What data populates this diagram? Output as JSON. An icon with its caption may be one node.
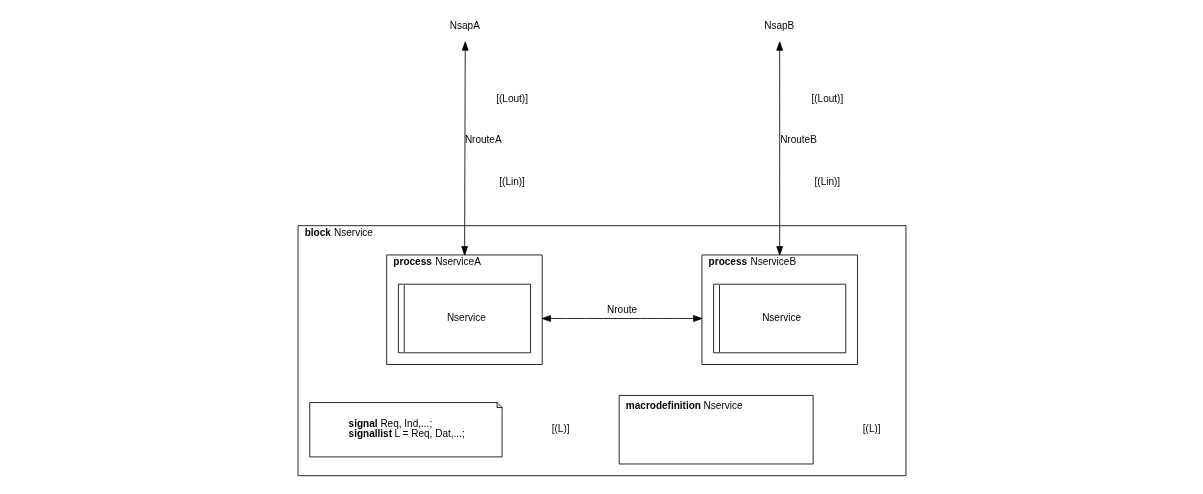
{
  "diagram": {
    "nodes": [
      {
        "text": [
          "NsapA"
        ]
      },
      {
        "text": [
          "NsapB"
        ]
      },
      {
        "text": [
          "**block** Nservice"
        ]
      },
      {
        "text": [
          "**process** NserviceA"
        ],
        "in": 2
      },
      {
        "text": [
          "Nservice"
        ],
        "in": 3
      },
      {
        "text": [
          "**process** NserviceB"
        ],
        "in": 2
      },
      {
        "text": [
          "Nservice"
        ],
        "in": 5
      },
      {
        "text": [
          "**signal** Req, Ind,...;",
          "**signallist** L = Req, Dat,...;"
        ],
        "in": 2
      },
      {
        "text": [
          "**macrodefinition** Nservice"
        ],
        "in": 2
      }
    ],
    "edges": [
      {
        "from": 0,
        "to": 3,
        "arrow": "both",
        "label": "NrouteA"
      },
      {
        "from": 1,
        "to": 5,
        "arrow": "both",
        "label": "NrouteB"
      },
      {
        "from": 3,
        "to": 5,
        "arrow": "both",
        "label": "Nroute"
      }
    ],
    "labels": [
      "[(Lout)]",
      "[(Lout)]",
      "[(Lin)]",
      "[(Lin)]",
      "[(L)]",
      "[(L)]"
    ]
  }
}
